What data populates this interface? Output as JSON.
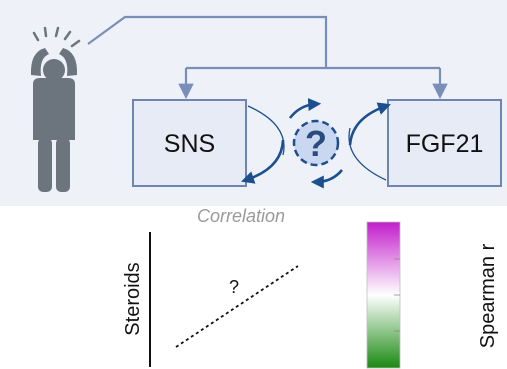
{
  "diagram": {
    "nodes": {
      "sns": "SNS",
      "fgf21": "FGF21"
    },
    "center_symbol": "?",
    "correlation": {
      "title": "Correlation",
      "y_label": "Steroids",
      "relation_symbol": "?",
      "scale_label": "Spearman r"
    },
    "icons": [
      "stressed-person-icon",
      "question-circle-icon"
    ],
    "colors": {
      "panel_background": "#eef1f8",
      "box_fill": "#e6ebf6",
      "box_stroke": "#6e84b1",
      "arrow_color": "#7a8fb8",
      "person_color": "#6c757d",
      "cycle_arrow_color": "#1d4f8f",
      "colorbar_top": "#c21ecb",
      "colorbar_middle": "#ffffff",
      "colorbar_bottom": "#1a8a12"
    }
  }
}
